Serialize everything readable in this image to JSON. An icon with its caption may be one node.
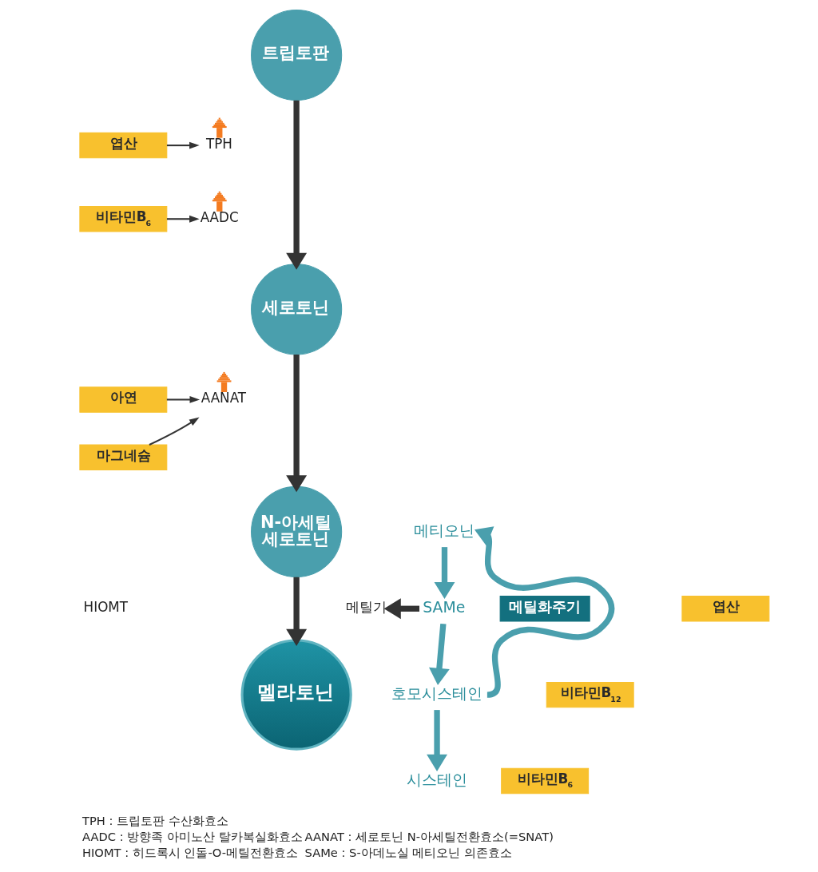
{
  "diagram": {
    "nodes": [
      {
        "text": [
          "트립토판"
        ]
      },
      {
        "text": [
          "엽산"
        ]
      },
      {
        "text": [
          "TPH"
        ]
      },
      {
        "text": [
          "비타민B$_{6}$"
        ]
      },
      {
        "text": [
          "AADC"
        ]
      },
      {
        "text": [
          "세로토닌"
        ]
      },
      {
        "text": [
          "아연"
        ]
      },
      {
        "text": [
          "마그네슘"
        ]
      },
      {
        "text": [
          "AANAT"
        ]
      },
      {
        "text": [
          "N-아세틸 세로토닌"
        ]
      },
      {
        "text": [
          "HIOMT"
        ]
      },
      {
        "text": [
          "메틸기"
        ]
      },
      {
        "text": [
          "멜라토닌"
        ]
      },
      {
        "text": [
          "메티오닌"
        ]
      },
      {
        "text": [
          "SAMe"
        ]
      },
      {
        "text": [
          "메틸화주기"
        ]
      },
      {
        "text": [
          "엽산"
        ]
      },
      {
        "text": [
          "비타민B$_{12}$"
        ]
      },
      {
        "text": [
          "호모시스테인"
        ]
      },
      {
        "text": [
          "비타민B$_{6}$"
        ]
      },
      {
        "text": [
          "시스테인"
        ]
      }
    ],
    "edges": [
      {
        "from": 0,
        "to": 5,
        "arrow": "to"
      },
      {
        "from": 1,
        "to": 2,
        "arrow": "to"
      },
      {
        "from": 3,
        "to": 4,
        "arrow": "to"
      },
      {
        "from": 5,
        "to": 9,
        "arrow": "to"
      },
      {
        "from": 6,
        "to": 8,
        "arrow": "to"
      },
      {
        "from": 7,
        "to": 8,
        "arrow": "to"
      },
      {
        "from": 9,
        "to": 12,
        "arrow": "to"
      },
      {
        "from": 14,
        "to": 11,
        "arrow": "to"
      },
      {
        "from": 13,
        "to": 14,
        "arrow": "to",
        "color": "#4a9fad"
      },
      {
        "from": 14,
        "to": 18,
        "arrow": "to",
        "color": "#4a9fad"
      },
      {
        "from": 18,
        "to": 13,
        "arrow": "to",
        "color": "#4a9fad"
      },
      {
        "from": 18,
        "to": 20,
        "arrow": "to",
        "color": "#4a9fad"
      }
    ],
    "labels": [
      "TPH : 트립토판 수산화효소",
      "AADC : 방향족 아미노산 탈카복실화효소",
      "AANAT : 세로토닌 N-아세틸전환효소(=SNAT)",
      "HIOMT : 히드록시 인돌-O-메틸전환효소",
      "SAMe : S-아데노실 메티오닌 의존효소"
    ]
  }
}
